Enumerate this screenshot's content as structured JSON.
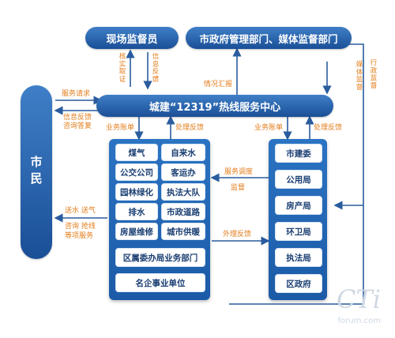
{
  "nodes": {
    "supervisor": "现场监督员",
    "gov_media": "市政府管理部门、媒体监督部门",
    "center": "城建“12319”热线服务中心",
    "citizen": "市民"
  },
  "left_panel": [
    [
      "煤气",
      "自来水"
    ],
    [
      "公交公司",
      "客运办"
    ],
    [
      "园林绿化",
      "执法大队"
    ],
    [
      "排水",
      "市政道路"
    ],
    [
      "房屋维修",
      "城市供暖"
    ]
  ],
  "left_panel_wide": [
    "区属委办局业务部门",
    "名企事业单位"
  ],
  "right_panel": [
    "市建委",
    "公用局",
    "房产局",
    "环卫局",
    "执法局",
    "区政府"
  ],
  "labels": {
    "verify": "核实取证",
    "info_feedback_v": "信息反馈",
    "situation_report": "情况汇报",
    "admin_supervise": "行政监督",
    "media_supervise": "媒体监督",
    "service_request": "服务请求",
    "info_feedback": "信息反馈",
    "consult_answer": "咨询答复",
    "biz_bill_left": "业务账单",
    "handle_feedback_left": "处理反馈",
    "biz_bill_right": "业务账单",
    "handle_feedback_right": "处理反馈",
    "dispatch": "服务调度",
    "supervise": "监督",
    "external_feedback": "外理反馈",
    "delivery_1": "送水 送气",
    "delivery_2": "咨询 抢线",
    "delivery_3": "等项服务"
  },
  "watermark": {
    "main": "CTi",
    "sub": "forum.com"
  },
  "colors": {
    "arrow": "#2a5c9e",
    "label": "#e37d1b",
    "node": "#1a4f97"
  }
}
